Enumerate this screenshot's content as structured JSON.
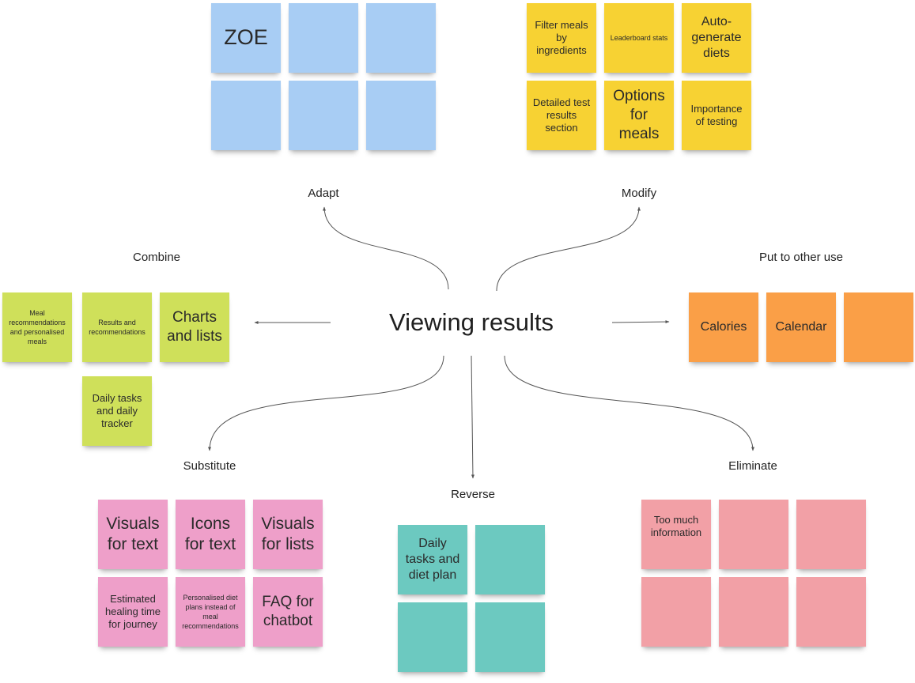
{
  "center": {
    "title": "Viewing results"
  },
  "branches": {
    "adapt": {
      "label": "Adapt",
      "notes": [
        "ZOE",
        "",
        "",
        "",
        "",
        ""
      ]
    },
    "modify": {
      "label": "Modify",
      "notes": [
        "Filter meals by ingredients",
        "Leaderboard stats",
        "Auto-generate diets",
        "Detailed test results section",
        "Options for meals",
        "Importance of testing"
      ]
    },
    "combine": {
      "label": "Combine",
      "notes": [
        "Meal recommendations and personalised meals",
        "Results and recommendations",
        "Charts and lists",
        "Daily tasks and daily tracker"
      ]
    },
    "put_to_other_use": {
      "label": "Put to other use",
      "notes": [
        "Calories",
        "Calendar",
        ""
      ]
    },
    "substitute": {
      "label": "Substitute",
      "notes": [
        "Visuals for text",
        "Icons for text",
        "Visuals for lists",
        "Estimated healing time for journey",
        "Personalised diet plans instead of meal recommendations",
        "FAQ for chatbot"
      ]
    },
    "reverse": {
      "label": "Reverse",
      "notes": [
        "Daily tasks and diet plan",
        "",
        "",
        ""
      ]
    },
    "eliminate": {
      "label": "Eliminate",
      "notes": [
        "Too much information",
        "",
        "",
        "",
        "",
        ""
      ]
    }
  },
  "colors": {
    "adapt": "#a8cdf4",
    "modify": "#f7d233",
    "combine": "#cfe05a",
    "put_to_other_use": "#fa9f47",
    "substitute": "#ee9fc9",
    "reverse": "#6cc9c0",
    "eliminate": "#f2a0a6",
    "connector": "#555555"
  }
}
